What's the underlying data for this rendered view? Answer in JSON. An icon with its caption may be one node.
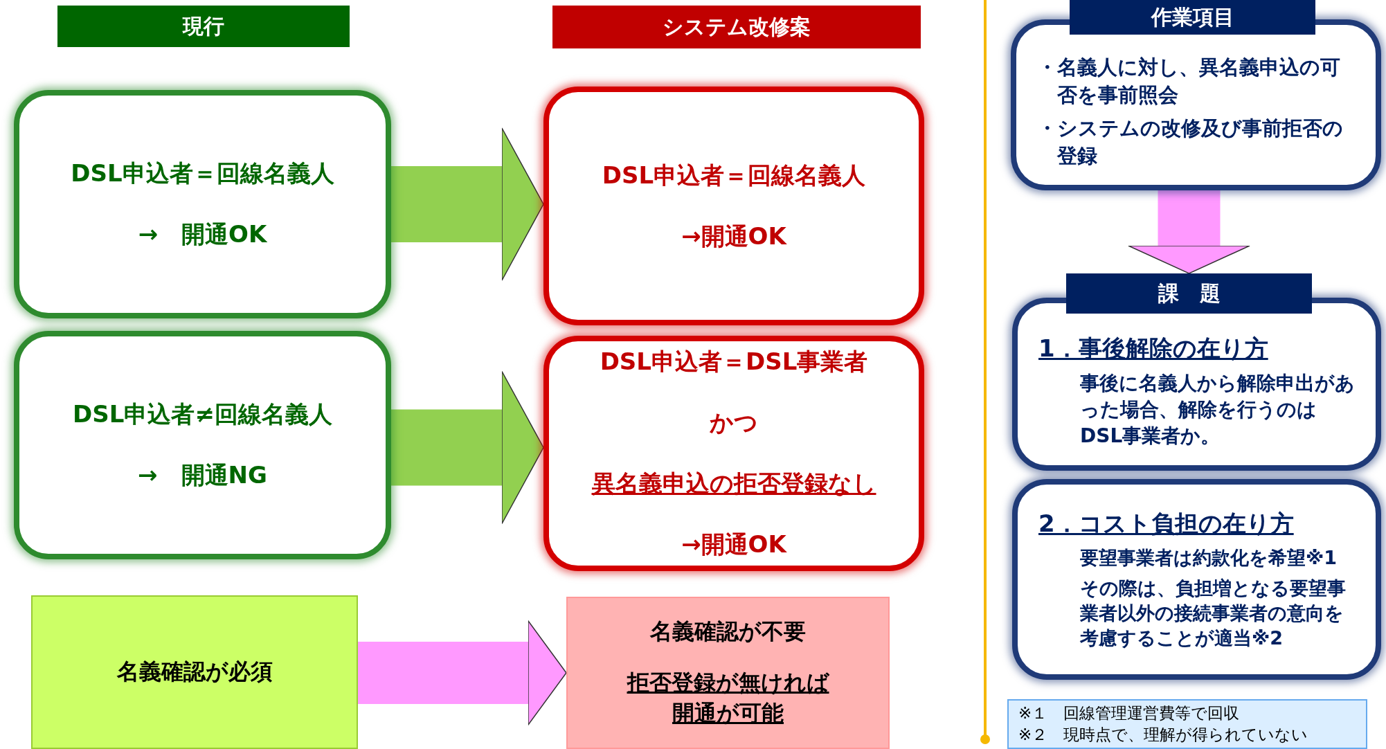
{
  "diagram": {
    "nodes": [
      {
        "text": [
          "現行"
        ]
      },
      {
        "text": [
          "DSL申込者＝回線名義人",
          "→　開通OK"
        ]
      },
      {
        "text": [
          "DSL申込者≠回線名義人",
          "→　開通NG"
        ]
      },
      {
        "text": [
          "システム改修案"
        ]
      },
      {
        "text": [
          "DSL申込者＝回線名義人",
          "→開通OK"
        ]
      },
      {
        "text": [
          "DSL申込者＝DSL事業者",
          "かつ",
          "異名義申込の拒否登録なし",
          "→開通OK"
        ]
      },
      {
        "text": [
          "名義確認が必須"
        ]
      },
      {
        "text": [
          "名義確認が不要",
          "拒否登録が無ければ開通が可能"
        ]
      },
      {
        "text": [
          "作業項目"
        ]
      },
      {
        "text": [
          "・名義人に対し、異名義申込の可否を事前照会",
          "・システムの改修及び事前拒否の登録"
        ]
      },
      {
        "text": [
          "課　題"
        ]
      },
      {
        "text": [
          "1．事後解除の在り方",
          "事後に名義人から解除申出があった場合、解除を行うのはDSL事業者か。"
        ]
      },
      {
        "text": [
          "2．コスト負担の在り方",
          "要望事業者は約款化を希望※1",
          "その際は、負担増となる要望事業者以外の接続事業者の意向を考慮することが適当※2"
        ]
      },
      {
        "text": [
          "※１　回線管理運営費等で回収",
          "※２　現時点で、理解が得られていない"
        ]
      }
    ],
    "edges": [
      {
        "from": 1,
        "to": 4,
        "arrow": "to",
        "color": "#92d050"
      },
      {
        "from": 2,
        "to": 5,
        "arrow": "to",
        "color": "#92d050"
      },
      {
        "from": 6,
        "to": 7,
        "arrow": "to",
        "color": "#ff99ff"
      },
      {
        "from": 9,
        "to": 10,
        "arrow": "to",
        "color": "#ff99ff"
      }
    ]
  }
}
